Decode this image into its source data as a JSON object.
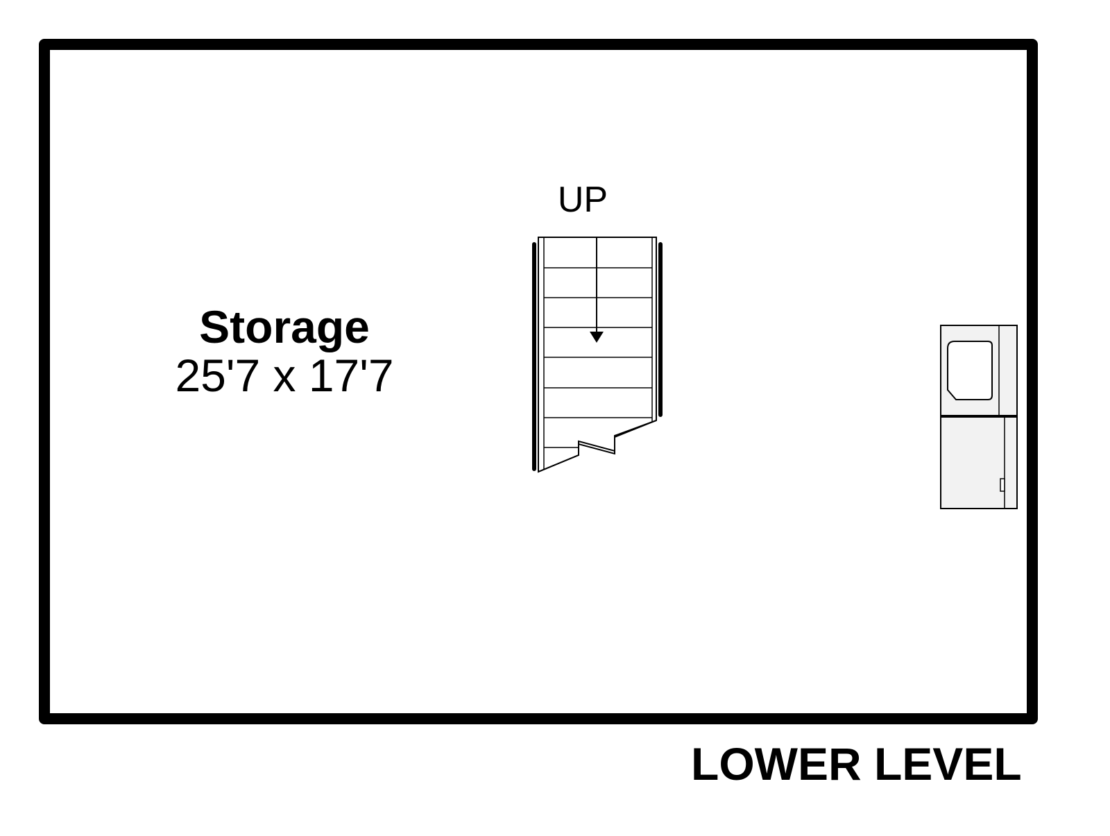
{
  "room": {
    "name": "Storage",
    "dimensions": "25'7 x 17'7"
  },
  "stair": {
    "direction_label": "UP"
  },
  "floor": {
    "label": "LOWER LEVEL"
  },
  "colors": {
    "ink": "#000000",
    "background": "#ffffff",
    "appliance_fill": "#f2f2f2"
  }
}
